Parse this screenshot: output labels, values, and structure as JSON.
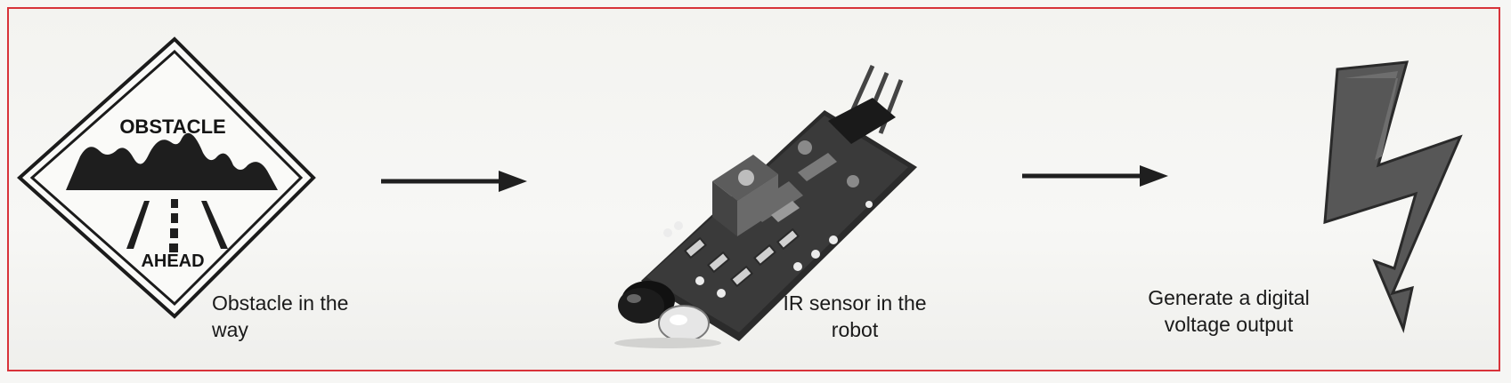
{
  "steps": [
    {
      "sign": {
        "top_text": "OBSTACLE",
        "bottom_text": "AHEAD"
      },
      "caption": "Obstacle in the\nway",
      "icon": "obstacle-sign-icon"
    },
    {
      "caption": "IR sensor in the\nrobot",
      "icon": "ir-sensor-module-icon"
    },
    {
      "caption": "Generate a digital\nvoltage output",
      "icon": "lightning-bolt-icon"
    }
  ],
  "colors": {
    "frame_border": "#d8333a",
    "ink": "#1a1a1a"
  }
}
